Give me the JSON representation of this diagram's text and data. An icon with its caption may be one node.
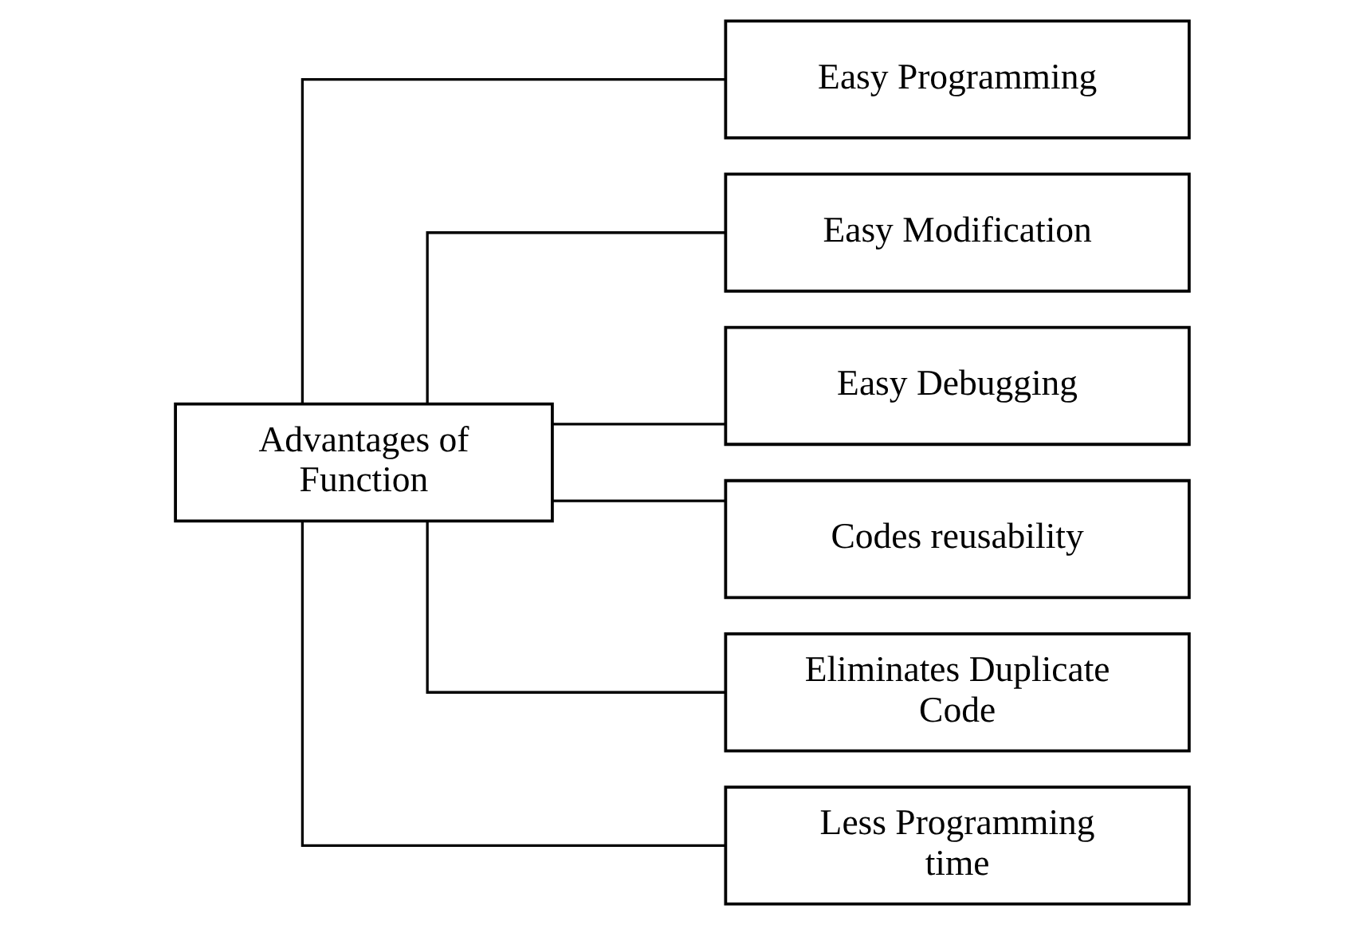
{
  "diagram": {
    "nodes": [
      {
        "text": [
          "Advantages of Function"
        ]
      },
      {
        "text": [
          "Easy Programming"
        ]
      },
      {
        "text": [
          "Easy Modification"
        ]
      },
      {
        "text": [
          "Easy Debugging"
        ]
      },
      {
        "text": [
          "Codes reusability"
        ]
      },
      {
        "text": [
          "Eliminates Duplicate Code"
        ]
      },
      {
        "text": [
          "Less Programming time"
        ]
      }
    ],
    "edges": [
      {
        "from": 0,
        "to": 1,
        "arrow": "none"
      },
      {
        "from": 0,
        "to": 2,
        "arrow": "none"
      },
      {
        "from": 0,
        "to": 3,
        "arrow": "none"
      },
      {
        "from": 0,
        "to": 4,
        "arrow": "none"
      },
      {
        "from": 0,
        "to": 5,
        "arrow": "none"
      },
      {
        "from": 0,
        "to": 6,
        "arrow": "none"
      }
    ]
  }
}
